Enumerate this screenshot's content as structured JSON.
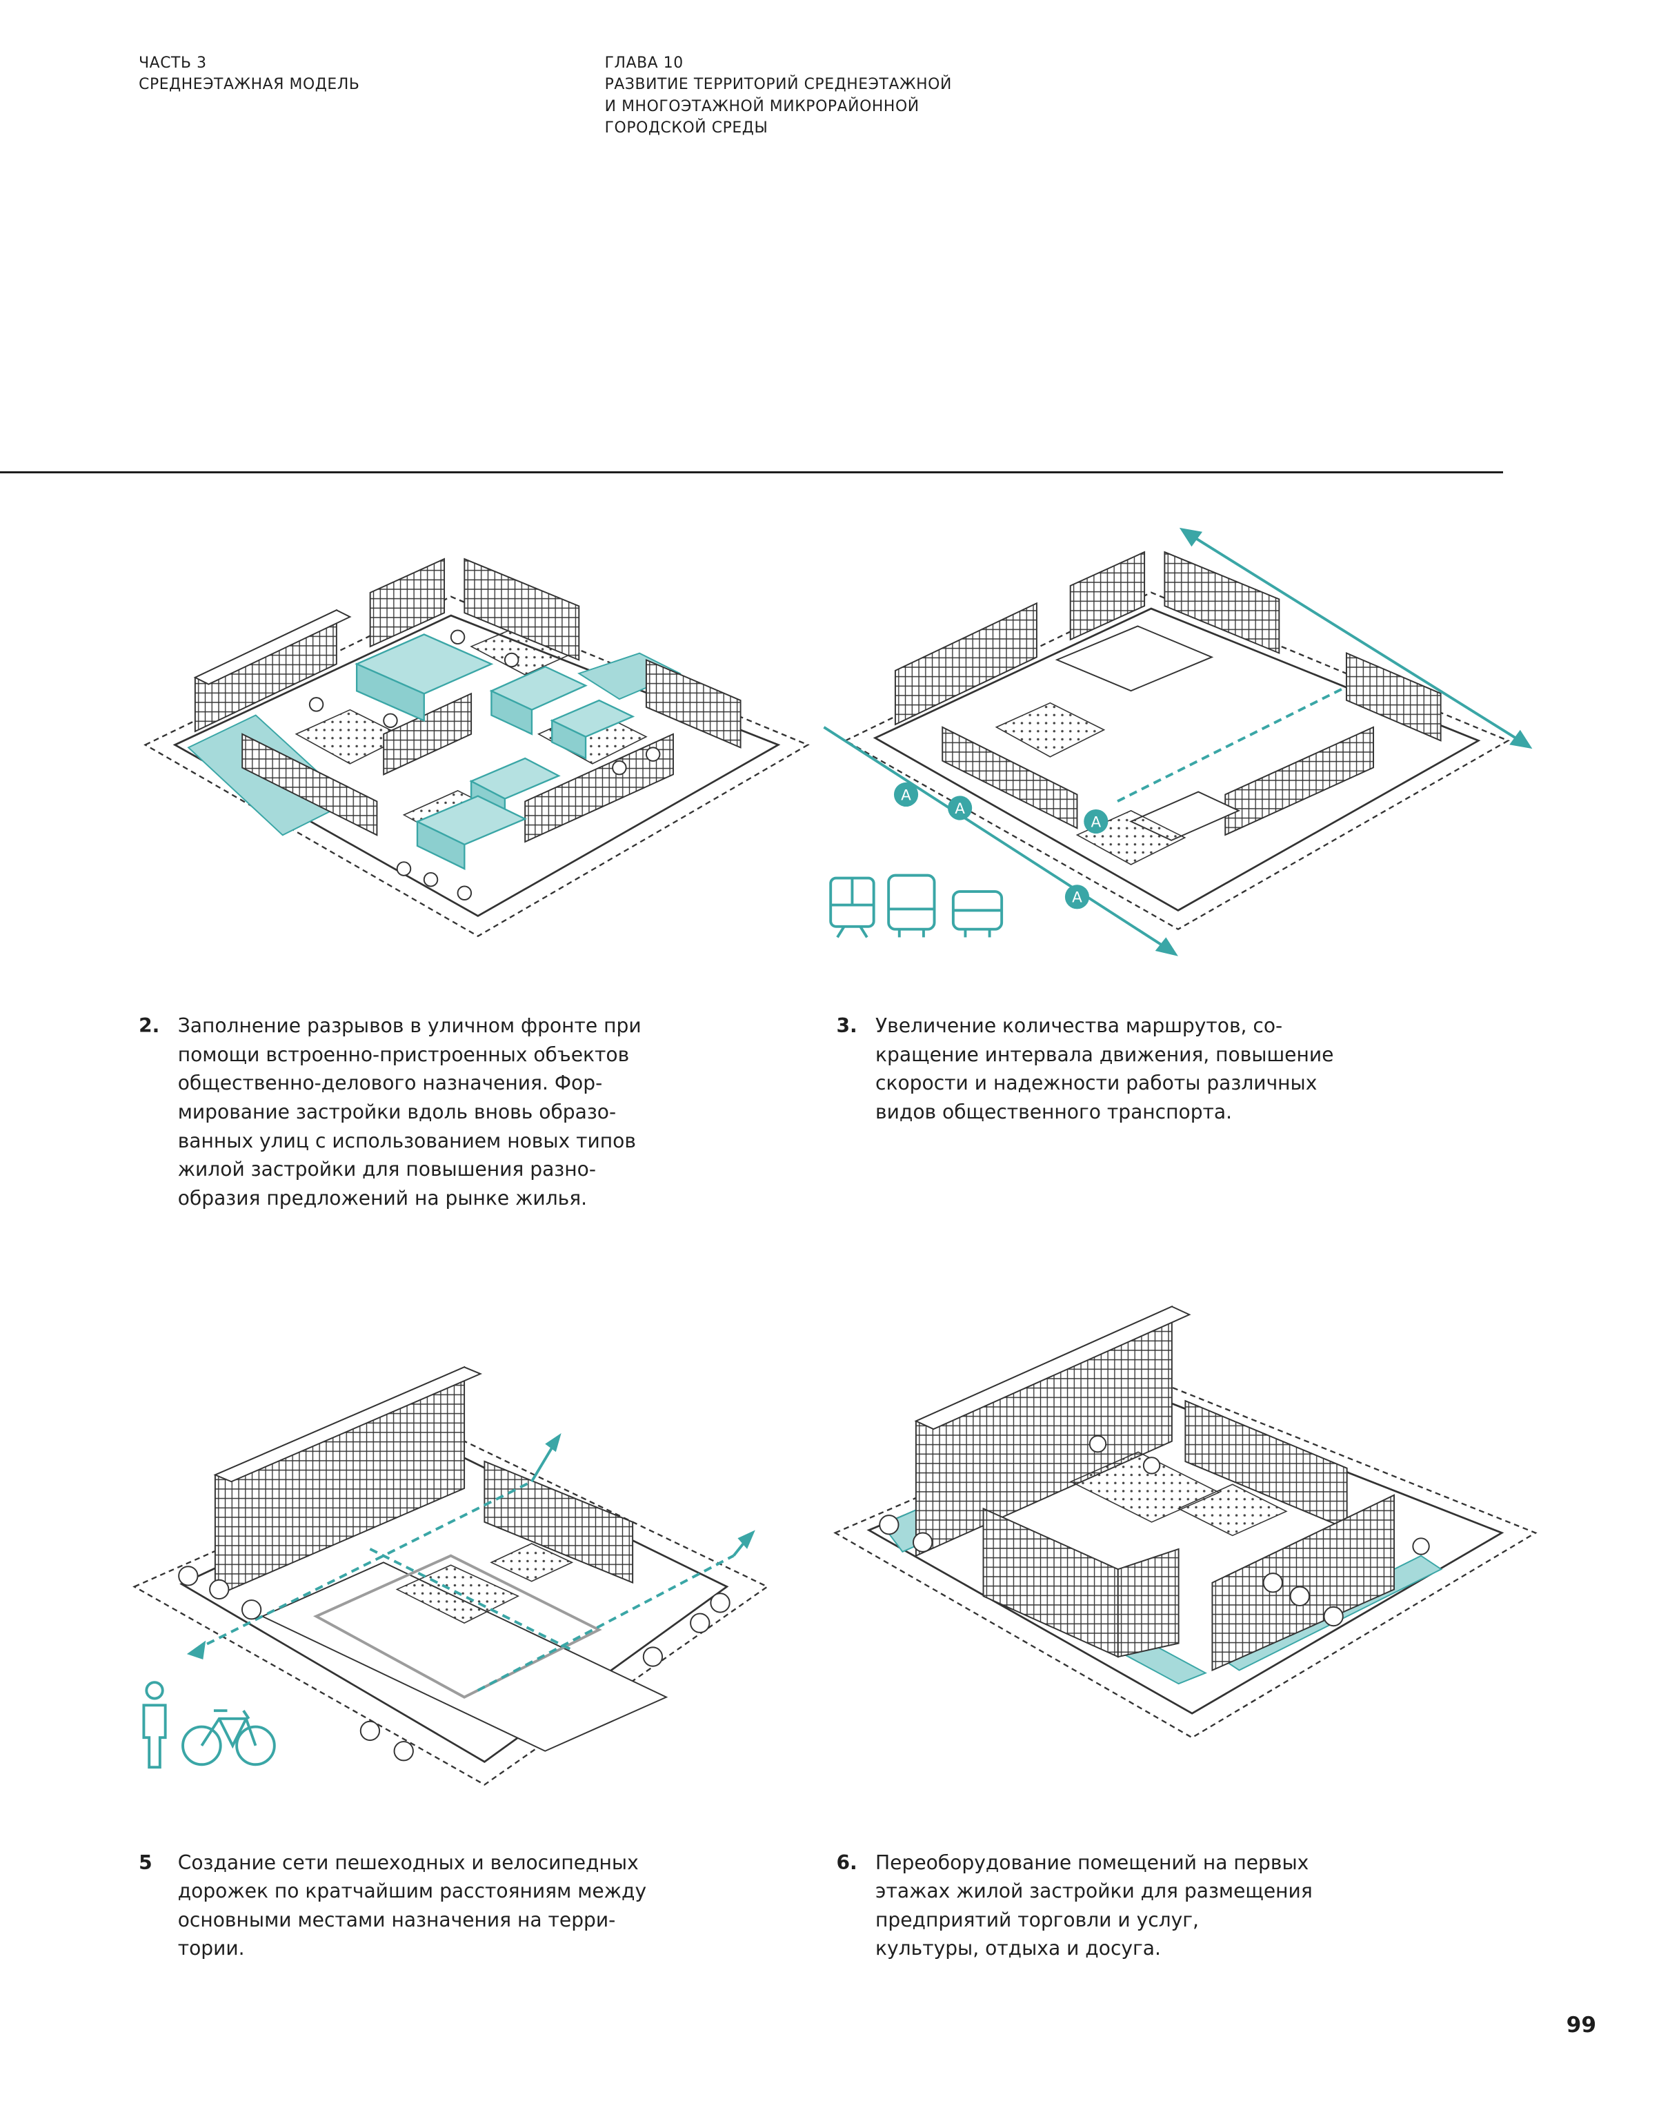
{
  "header": {
    "part_number": "ЧАСТЬ 3",
    "part_title": "СРЕДНЕЭТАЖНАЯ МОДЕЛЬ",
    "chapter_number": "ГЛАВА 10",
    "chapter_title_lines": [
      "РАЗВИТИЕ ТЕРРИТОРИЙ СРЕДНЕЭТАЖНОЙ",
      "И МНОГОЭТАЖНОЙ МИКРОРАЙОННОЙ",
      "ГОРОДСКОЙ СРЕДЫ"
    ]
  },
  "colors": {
    "accent": "#3aa6a6",
    "accent_fill": "#a6dada",
    "ink": "#2a2a2a",
    "text": "#1f1f1f"
  },
  "illustrations": {
    "transit_stop_label": "A",
    "transit_stop_count": 4,
    "transport_icons": [
      "tram-icon",
      "bus-icon",
      "minibus-icon"
    ],
    "mobility_icons": [
      "pedestrian-icon",
      "bicycle-icon"
    ]
  },
  "captions": [
    {
      "number": "2.",
      "lines": [
        "Заполнение разрывов в уличном фронте при",
        "помощи встроенно-пристроенных объектов",
        "общественно-делового назначения. Фор-",
        "мирование застройки вдоль вновь образо-",
        "ванных улиц с использованием новых типов",
        "жилой застройки для повышения разно-",
        "образия предложений на рынке жилья."
      ]
    },
    {
      "number": "3.",
      "lines": [
        "Увеличение количества маршрутов, со-",
        "кращение интервала движения, повышение",
        "скорости и надежности работы различных",
        "видов общественного транспорта."
      ]
    },
    {
      "number": "5",
      "lines": [
        "Создание сети пешеходных и велосипедных",
        "дорожек по кратчайшим расстояниям между",
        "основными местами назначения на терри-",
        "тории."
      ]
    },
    {
      "number": "6.",
      "lines": [
        "Переоборудование помещений на первых",
        "этажах жилой застройки для размещения",
        "предприятий торговли и услуг,",
        "культуры, отдыха и досуга."
      ]
    }
  ],
  "page_number": "99"
}
